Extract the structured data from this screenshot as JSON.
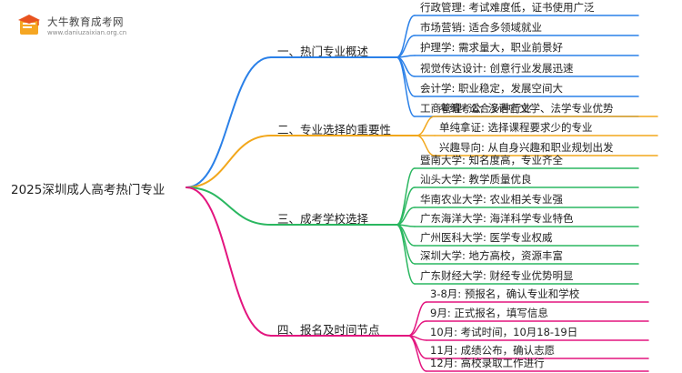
{
  "logo": {
    "name": "大牛教育成考网",
    "url": "www.daniuzaixian.org.cn",
    "icon": "graduation-cap-book-icon"
  },
  "root": "2025深圳成人高考热门专业",
  "branches": [
    {
      "label": "一、热门专业概述",
      "color": "#2a80e8",
      "leaves": [
        "行政管理: 考试难度低，证书使用广泛",
        "市场营销: 适合多领域就业",
        "护理学: 需求量大，职业前景好",
        "视觉传达设计: 创意行业发展迅速",
        "会计学: 职业稳定，发展空间大",
        "工商管理: 适合多种行业"
      ]
    },
    {
      "label": "二、专业选择的重要性",
      "color": "#f2a71b",
      "leaves": [
        "考编考公: 汉语言文学、法学专业优势",
        "单纯拿证: 选择课程要求少的专业",
        "兴趣导向: 从自身兴趣和职业规划出发"
      ]
    },
    {
      "label": "三、成考学校选择",
      "color": "#2ab760",
      "leaves": [
        "暨南大学: 知名度高，专业齐全",
        "汕头大学: 教学质量优良",
        "华南农业大学: 农业相关专业强",
        "广东海洋大学: 海洋科学专业特色",
        "广州医科大学: 医学专业权威",
        "深圳大学: 地方高校，资源丰富",
        "广东财经大学: 财经专业优势明显"
      ]
    },
    {
      "label": "四、报名及时间节点",
      "color": "#e3157f",
      "leaves": [
        "3-8月: 预报名，确认专业和学校",
        "9月: 正式报名，填写信息",
        "10月: 考试时间，10月18-19日",
        "11月: 成绩公布，确认志愿",
        "12月: 高校录取工作进行"
      ]
    }
  ]
}
